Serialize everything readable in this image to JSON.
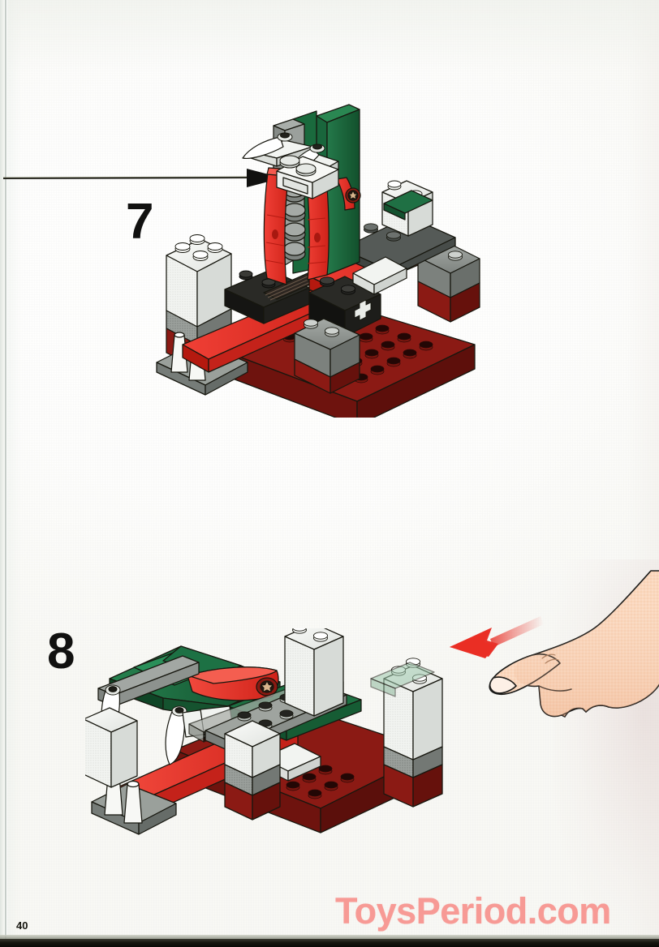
{
  "document": {
    "type": "lego-building-instructions",
    "page_number": "40",
    "watermark": "ToysPeriod.com"
  },
  "colors": {
    "lego_red": "#e8322a",
    "lego_dark_red": "#8b1a14",
    "lego_green": "#1d6b3c",
    "lego_green_dark": "#12502c",
    "lego_white": "#f4f5f2",
    "lego_light_grey": "#b9bdb9",
    "lego_grey": "#8d928f",
    "lego_black": "#1a1a18",
    "arrow_black": "#111110",
    "arrow_red": "#e8322a",
    "skin": "#f7d3b8",
    "outline": "#1a1a18",
    "watermark_pink": "#f79a95",
    "paper": "#fdfdfb"
  },
  "steps": [
    {
      "id": "step-7",
      "number": "7",
      "caption": "",
      "has_direction_arrow": true,
      "arrow": {
        "name": "assembly-direction-arrow",
        "direction": "right",
        "color": "#111110"
      },
      "model": {
        "name": "lego-model-upright",
        "description": "Partially built LEGO vehicle with upright red and green mast section on dark red baseplate",
        "parts": [
          {
            "color": "#1d6b3c",
            "label": "green-upright-panel"
          },
          {
            "color": "#e8322a",
            "label": "red-wing-panel-left"
          },
          {
            "color": "#e8322a",
            "label": "red-wing-panel-right"
          },
          {
            "color": "#f4f5f2",
            "label": "white-2x2-brick"
          },
          {
            "color": "#8d928f",
            "label": "grey-plate"
          },
          {
            "color": "#8b1a14",
            "label": "dark-red-baseplate"
          },
          {
            "color": "#1a1a18",
            "label": "black-technic-brick"
          }
        ]
      }
    },
    {
      "id": "step-8",
      "number": "8",
      "caption": "",
      "has_direction_arrow": true,
      "arrow": {
        "name": "push-down-arrow",
        "direction": "left",
        "color": "#e8322a"
      },
      "hand": {
        "name": "pointing-hand",
        "gesture": "index-finger-pressing-brick"
      },
      "model": {
        "name": "lego-model-folded",
        "description": "Same LEGO model with mast section folded down to the left, pressed by a hand",
        "parts": [
          {
            "color": "#1d6b3c",
            "label": "green-folded-panel"
          },
          {
            "color": "#e8322a",
            "label": "red-folded-panel"
          },
          {
            "color": "#f4f5f2",
            "label": "white-2x2-brick"
          },
          {
            "color": "#8d928f",
            "label": "grey-plate"
          },
          {
            "color": "#8b1a14",
            "label": "dark-red-baseplate"
          }
        ]
      }
    }
  ]
}
